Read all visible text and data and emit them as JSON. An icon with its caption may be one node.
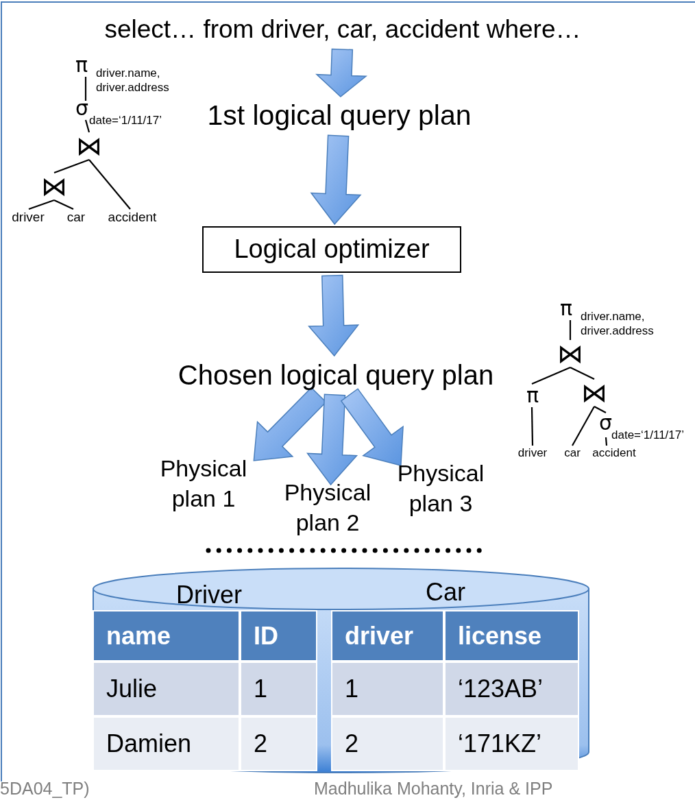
{
  "diagram": {
    "nodes": [
      {
        "text": [
          "select… from driver, car, accident where…"
        ]
      },
      {
        "text": [
          "1st logical query plan"
        ]
      },
      {
        "text": [
          "Logical optimizer"
        ]
      },
      {
        "text": [
          "Chosen logical query plan"
        ]
      },
      {
        "text": [
          "Physical plan 1"
        ]
      },
      {
        "text": [
          "Physical plan 2"
        ]
      },
      {
        "text": [
          "Physical plan 3"
        ]
      },
      {
        "text": [],
        "shape": "cylinder"
      },
      {
        "text": [
          "π",
          "driver.name, driver.address"
        ]
      },
      {
        "text": [
          "σ",
          "date=‘1/11/17’"
        ]
      },
      {
        "text": [
          "⋈"
        ]
      },
      {
        "text": [
          "⋈"
        ]
      },
      {
        "text": [
          "driver"
        ]
      },
      {
        "text": [
          "car"
        ]
      },
      {
        "text": [
          "accident"
        ]
      },
      {
        "text": [
          "π",
          "driver.name, driver.address"
        ]
      },
      {
        "text": [
          "⋈"
        ]
      },
      {
        "text": [
          "π"
        ]
      },
      {
        "text": [
          "⋈"
        ]
      },
      {
        "text": [
          "σ",
          "date=‘1/11/17’"
        ]
      },
      {
        "text": [
          "driver"
        ]
      },
      {
        "text": [
          "car"
        ]
      },
      {
        "text": [
          "accident"
        ]
      },
      {
        "text": [
          "Driver",
          "name",
          "ID",
          "Julie",
          "1",
          "Damien",
          "2"
        ],
        "in": 7
      },
      {
        "text": [
          "Car",
          "driver",
          "license",
          "1",
          "‘123AB’",
          "2",
          "‘171KZ’"
        ],
        "in": 7
      }
    ],
    "edges": [
      {
        "from": 0,
        "to": 1,
        "arrow": "to",
        "style": "thick"
      },
      {
        "from": 1,
        "to": 2,
        "arrow": "to",
        "style": "thick"
      },
      {
        "from": 2,
        "to": 3,
        "arrow": "to",
        "style": "thick"
      },
      {
        "from": 3,
        "to": 4,
        "arrow": "to",
        "style": "thick"
      },
      {
        "from": 3,
        "to": 5,
        "arrow": "to",
        "style": "thick"
      },
      {
        "from": 3,
        "to": 6,
        "arrow": "to",
        "style": "thick"
      },
      {
        "from": 8,
        "to": 9,
        "arrow": "none"
      },
      {
        "from": 9,
        "to": 10,
        "arrow": "none"
      },
      {
        "from": 10,
        "to": 11,
        "arrow": "none"
      },
      {
        "from": 10,
        "to": 14,
        "arrow": "none"
      },
      {
        "from": 11,
        "to": 12,
        "arrow": "none"
      },
      {
        "from": 11,
        "to": 13,
        "arrow": "none"
      },
      {
        "from": 15,
        "to": 16,
        "arrow": "none"
      },
      {
        "from": 16,
        "to": 17,
        "arrow": "none"
      },
      {
        "from": 16,
        "to": 18,
        "arrow": "none"
      },
      {
        "from": 17,
        "to": 20,
        "arrow": "none"
      },
      {
        "from": 18,
        "to": 21,
        "arrow": "none"
      },
      {
        "from": 18,
        "to": 19,
        "arrow": "none"
      },
      {
        "from": 19,
        "to": 22,
        "arrow": "none"
      }
    ],
    "labels": [
      "5DA04_TP)",
      "Madhulika Mohanty, Inria & IPP"
    ]
  }
}
